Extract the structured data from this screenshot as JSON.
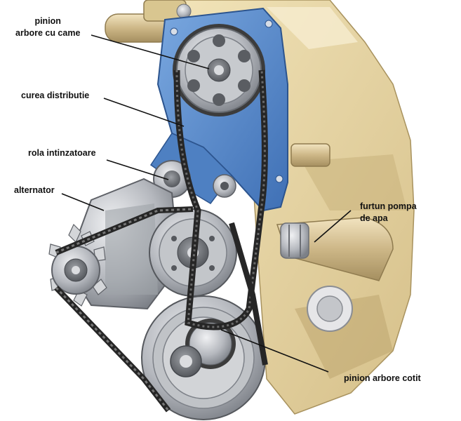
{
  "labels": {
    "cam_pinion_line1": "pinion",
    "cam_pinion_line2": "arbore cu came",
    "timing_belt": "curea distributie",
    "tensioner": "rola intinzatoare",
    "alternator": "alternator",
    "hose_line1": "furtun pompa",
    "hose_line2": "de apa",
    "crank_pinion": "pinion arbore cotit"
  },
  "colors": {
    "cover_blue": "#5b8fd0",
    "engine_cream": "#e9d9a8",
    "metal_grey": "#b9bcc2",
    "belt_dark": "#2a2a2a",
    "leader_line": "#111111"
  }
}
